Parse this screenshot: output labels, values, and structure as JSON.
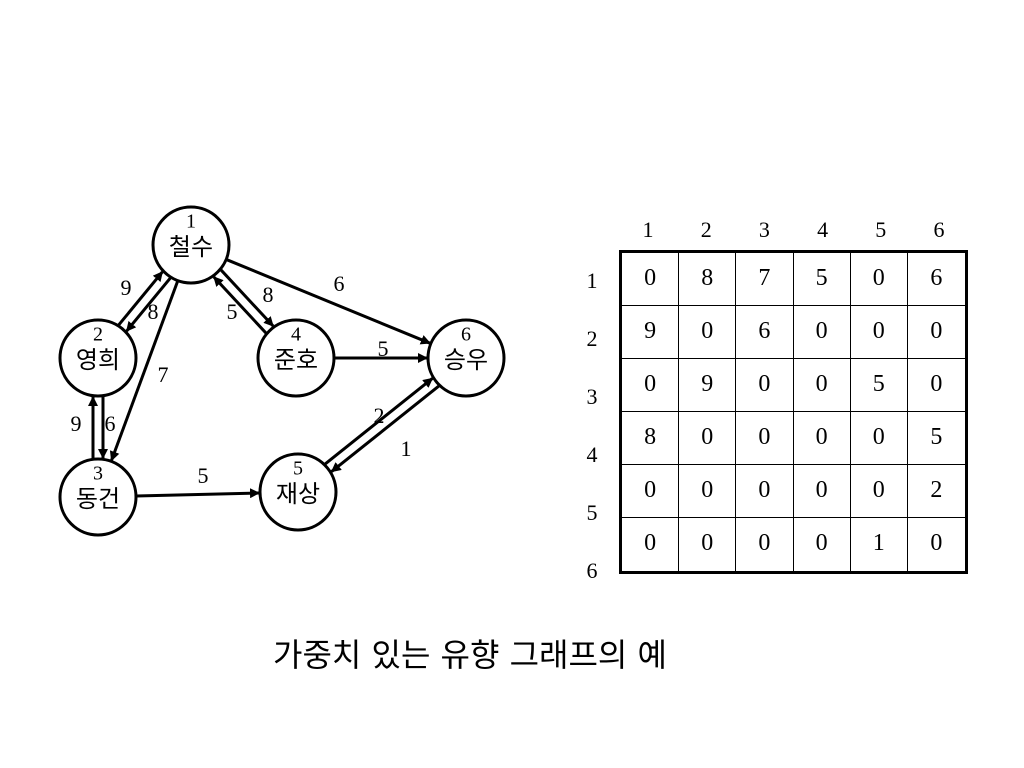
{
  "graph": {
    "nodes": [
      {
        "id": "1",
        "name": "철수"
      },
      {
        "id": "2",
        "name": "영희"
      },
      {
        "id": "3",
        "name": "동건"
      },
      {
        "id": "4",
        "name": "준호"
      },
      {
        "id": "5",
        "name": "재상"
      },
      {
        "id": "6",
        "name": "승우"
      }
    ],
    "edges": [
      {
        "from": "1",
        "to": "2",
        "weight": "8"
      },
      {
        "from": "2",
        "to": "1",
        "weight": "9"
      },
      {
        "from": "1",
        "to": "3",
        "weight": "7"
      },
      {
        "from": "1",
        "to": "4",
        "weight": "5"
      },
      {
        "from": "4",
        "to": "1",
        "weight": "8"
      },
      {
        "from": "1",
        "to": "6",
        "weight": "6"
      },
      {
        "from": "2",
        "to": "3",
        "weight": "6"
      },
      {
        "from": "3",
        "to": "2",
        "weight": "9"
      },
      {
        "from": "3",
        "to": "5",
        "weight": "5"
      },
      {
        "from": "4",
        "to": "6",
        "weight": "5"
      },
      {
        "from": "5",
        "to": "6",
        "weight": "2"
      },
      {
        "from": "6",
        "to": "5",
        "weight": "1"
      }
    ]
  },
  "matrix": {
    "col_headers": [
      "1",
      "2",
      "3",
      "4",
      "5",
      "6"
    ],
    "row_headers": [
      "1",
      "2",
      "3",
      "4",
      "5",
      "6"
    ],
    "rows": [
      [
        "0",
        "8",
        "7",
        "5",
        "0",
        "6"
      ],
      [
        "9",
        "0",
        "6",
        "0",
        "0",
        "0"
      ],
      [
        "0",
        "9",
        "0",
        "0",
        "5",
        "0"
      ],
      [
        "8",
        "0",
        "0",
        "0",
        "0",
        "5"
      ],
      [
        "0",
        "0",
        "0",
        "0",
        "0",
        "2"
      ],
      [
        "0",
        "0",
        "0",
        "0",
        "1",
        "0"
      ]
    ]
  },
  "caption": "가중치 있는 유향 그래프의 예"
}
